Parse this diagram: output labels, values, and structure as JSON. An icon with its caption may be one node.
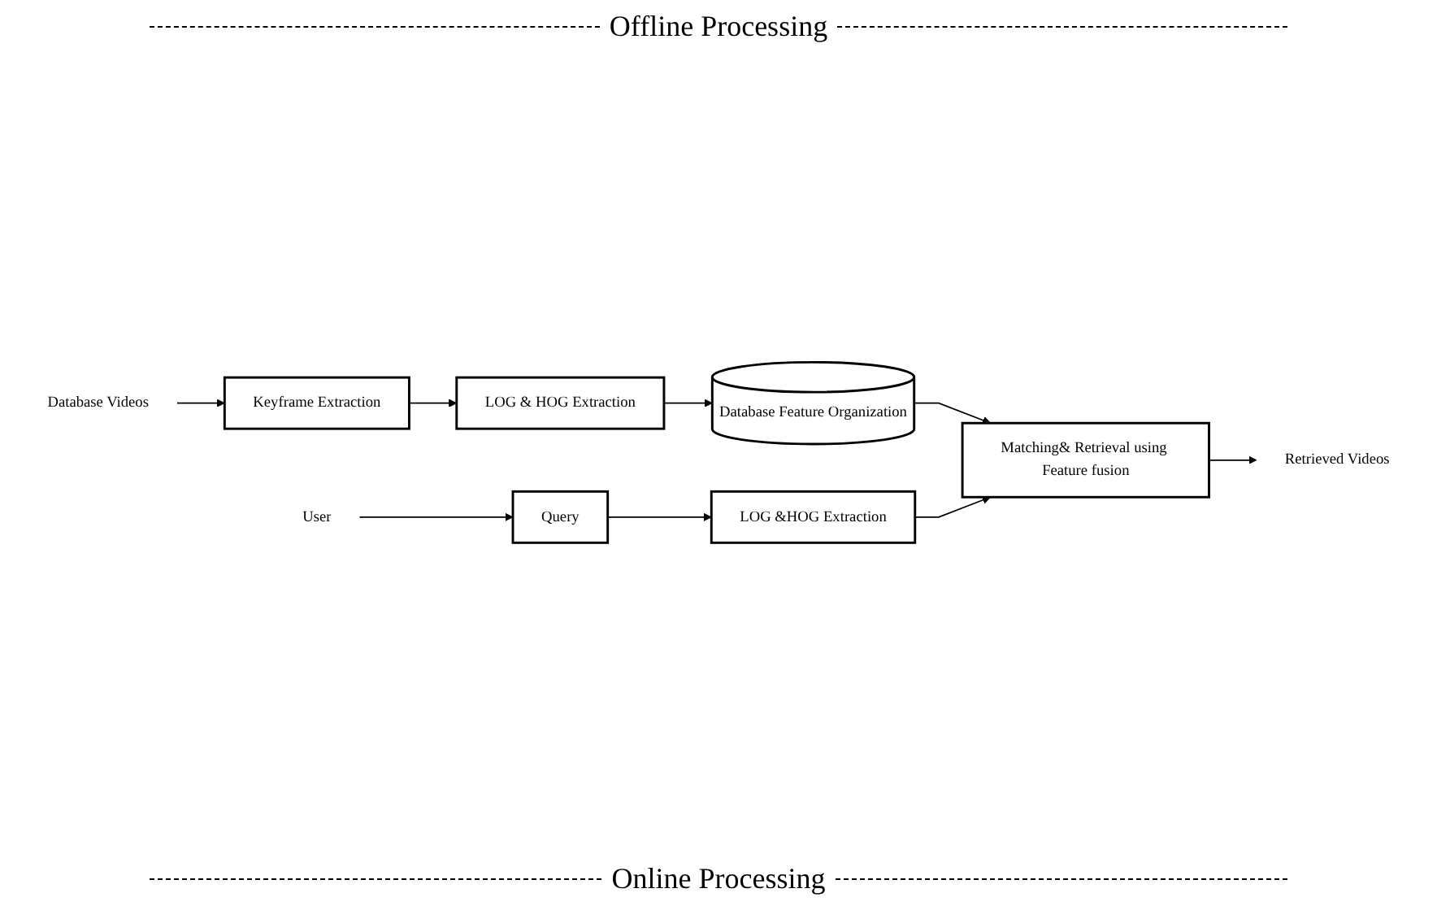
{
  "diagram": {
    "nodes": [
      {
        "text": [
          "Database Videos"
        ]
      },
      {
        "text": [
          "Keyframe Extraction"
        ]
      },
      {
        "text": [
          "LOG & HOG Extraction"
        ]
      },
      {
        "text": [
          "Database Feature Organization"
        ]
      },
      {
        "text": [
          "User"
        ]
      },
      {
        "text": [
          "Query"
        ]
      },
      {
        "text": [
          "LOG &HOG Extraction"
        ]
      },
      {
        "text": [
          "Matching& Retrieval using Feature fusion"
        ]
      },
      {
        "text": [
          "Retrieved Videos"
        ]
      }
    ],
    "edges": [
      {
        "from": 0,
        "to": 1,
        "arrow": "to"
      },
      {
        "from": 1,
        "to": 2,
        "arrow": "to"
      },
      {
        "from": 2,
        "to": 3,
        "arrow": "to"
      },
      {
        "from": 3,
        "to": 7,
        "arrow": "to"
      },
      {
        "from": 4,
        "to": 5,
        "arrow": "to"
      },
      {
        "from": 5,
        "to": 6,
        "arrow": "to"
      },
      {
        "from": 6,
        "to": 7,
        "arrow": "to"
      },
      {
        "from": 7,
        "to": 8,
        "arrow": "to"
      }
    ],
    "labels": [
      "Offline Processing",
      "Online Processing"
    ]
  }
}
